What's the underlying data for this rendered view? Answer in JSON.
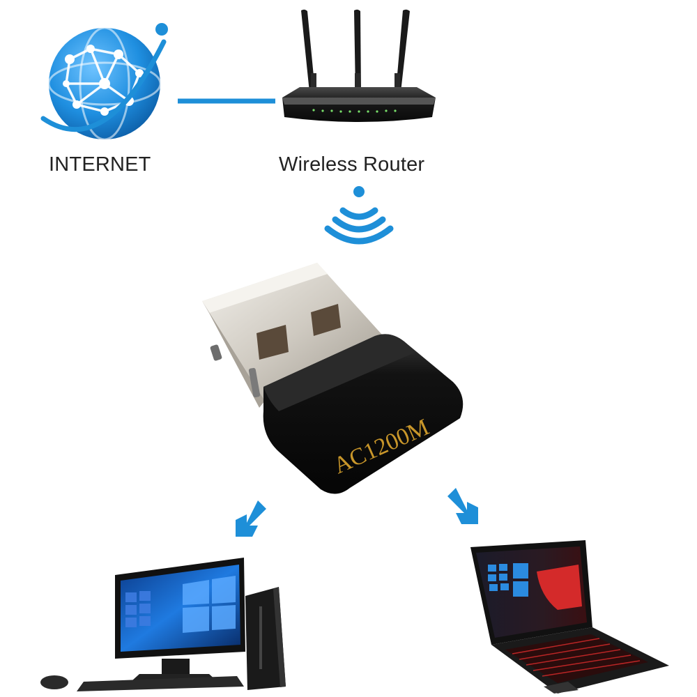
{
  "labels": {
    "internet": "INTERNET",
    "router": "Wireless Router"
  },
  "adapter": {
    "marking": "AC1200M"
  },
  "colors": {
    "accent_blue": "#1e8fd8",
    "globe_blue": "#1f8fe0",
    "adapter_body": "#121212",
    "marking_gold": "#c8962a",
    "usb_metal": "#d9d4cc",
    "laptop_red": "#d42a2a"
  },
  "icons": {
    "globe": "globe-icon",
    "router": "router-icon",
    "wifi": "wifi-signal-icon",
    "usb_adapter": "usb-wifi-adapter-icon",
    "desktop": "desktop-pc-icon",
    "laptop": "laptop-icon",
    "arrow_left": "arrow-down-left-icon",
    "arrow_right": "arrow-down-right-icon"
  }
}
